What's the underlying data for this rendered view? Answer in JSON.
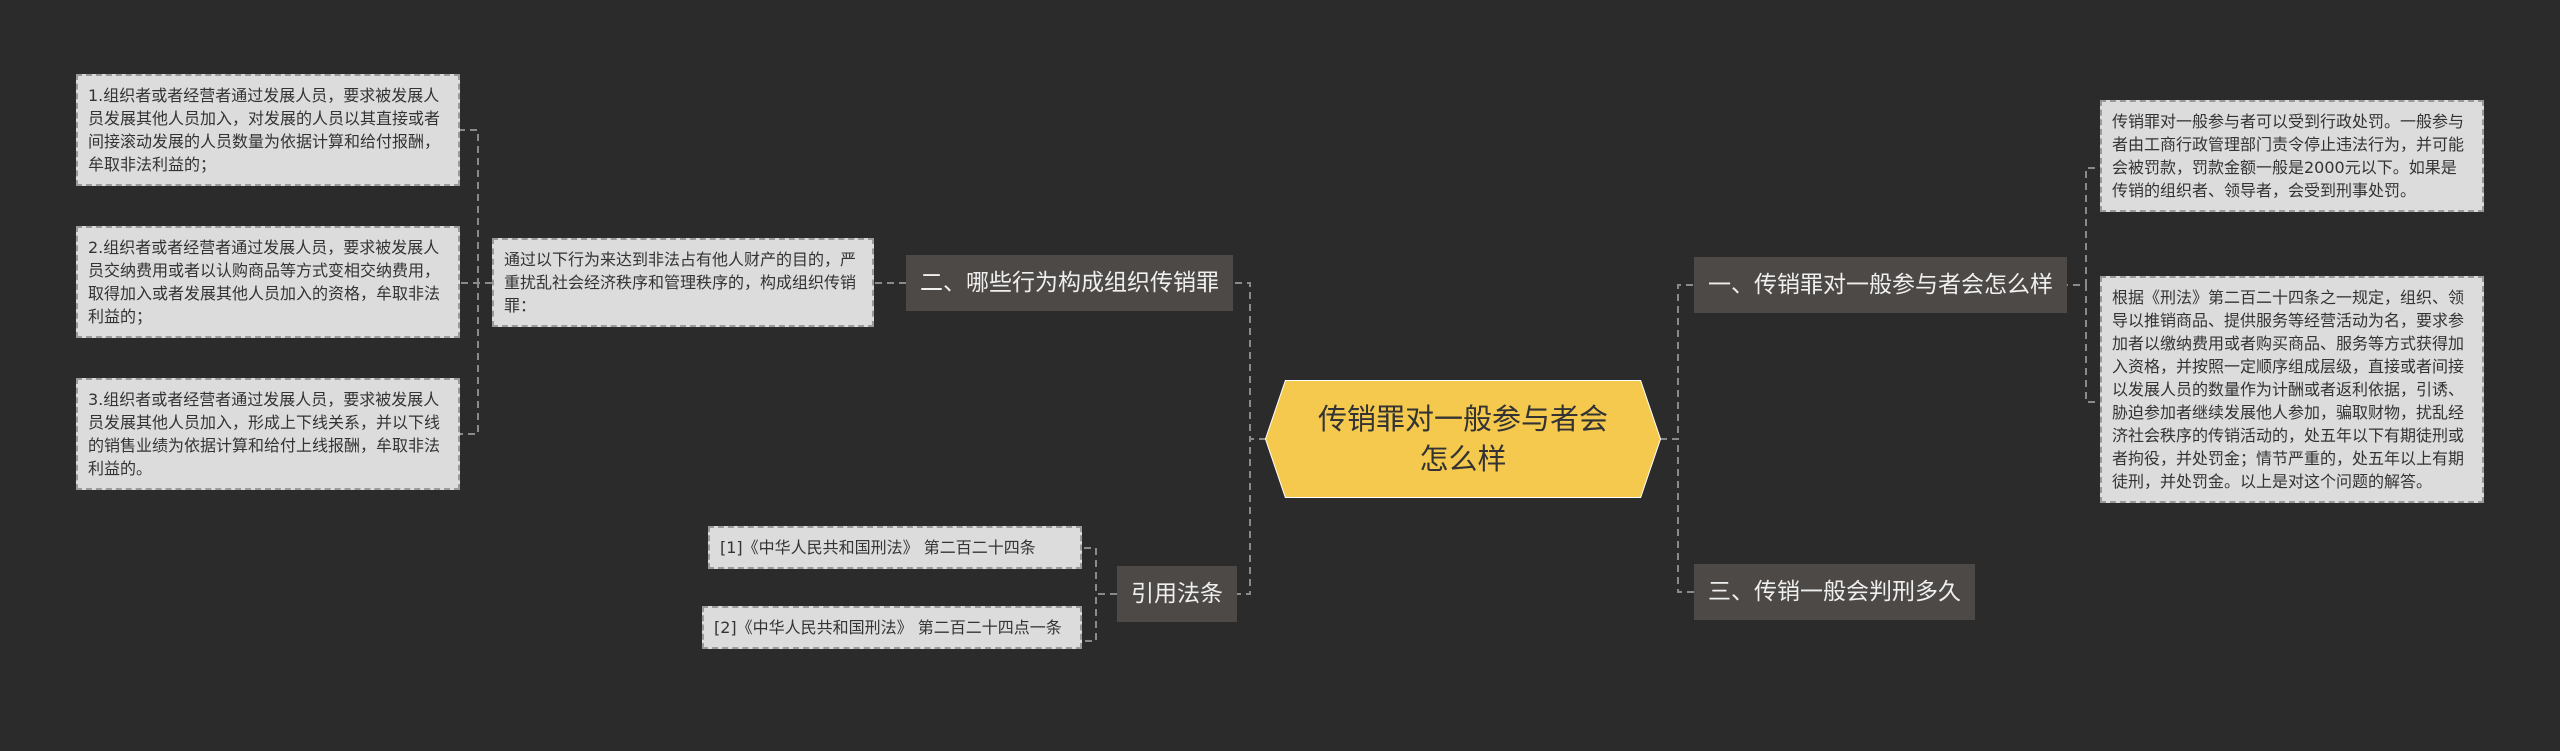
{
  "center": {
    "title": "传销罪对一般参与者会怎么样"
  },
  "branches": {
    "left_1": {
      "label": "二、哪些行为构成组织传销罪",
      "intro": "通过以下行为来达到非法占有他人财产的目的，严重扰乱社会经济秩序和管理秩序的，构成组织传销罪：",
      "items": [
        "1.组织者或者经营者通过发展人员，要求被发展人员发展其他人员加入，对发展的人员以其直接或者间接滚动发展的人员数量为依据计算和给付报酬，牟取非法利益的；",
        "2.组织者或者经营者通过发展人员，要求被发展人员交纳费用或者以认购商品等方式变相交纳费用，取得加入或者发展其他人员加入的资格，牟取非法利益的；",
        "3.组织者或者经营者通过发展人员，要求被发展人员发展其他人员加入，形成上下线关系，并以下线的销售业绩为依据计算和给付上线报酬，牟取非法利益的。"
      ]
    },
    "left_2": {
      "label": "引用法条",
      "items": [
        "[1]《中华人民共和国刑法》 第二百二十四条",
        "[2]《中华人民共和国刑法》 第二百二十四点一条"
      ]
    },
    "right_1": {
      "label": "一、传销罪对一般参与者会怎么样",
      "items": [
        "传销罪对一般参与者可以受到行政处罚。一般参与者由工商行政管理部门责令停止违法行为，并可能会被罚款，罚款金额一般是2000元以下。如果是传销的组织者、领导者，会受到刑事处罚。",
        "根据《刑法》第二百二十四条之一规定，组织、领导以推销商品、提供服务等经营活动为名，要求参加者以缴纳费用或者购买商品、服务等方式获得加入资格，并按照一定顺序组成层级，直接或者间接以发展人员的数量作为计酬或者返利依据，引诱、胁迫参加者继续发展他人参加，骗取财物，扰乱经济社会秩序的传销活动的，处五年以下有期徒刑或者拘役，并处罚金；情节严重的，处五年以上有期徒刑，并处罚金。以上是对这个问题的解答。"
      ]
    },
    "right_2": {
      "label": "三、传销一般会判刑多久"
    }
  },
  "colors": {
    "background": "#2b2b2b",
    "center_fill": "#f5c94e",
    "branch_fill": "#4d4947",
    "leaf_fill": "#dcdcdc",
    "connector": "#8a8a8a"
  }
}
